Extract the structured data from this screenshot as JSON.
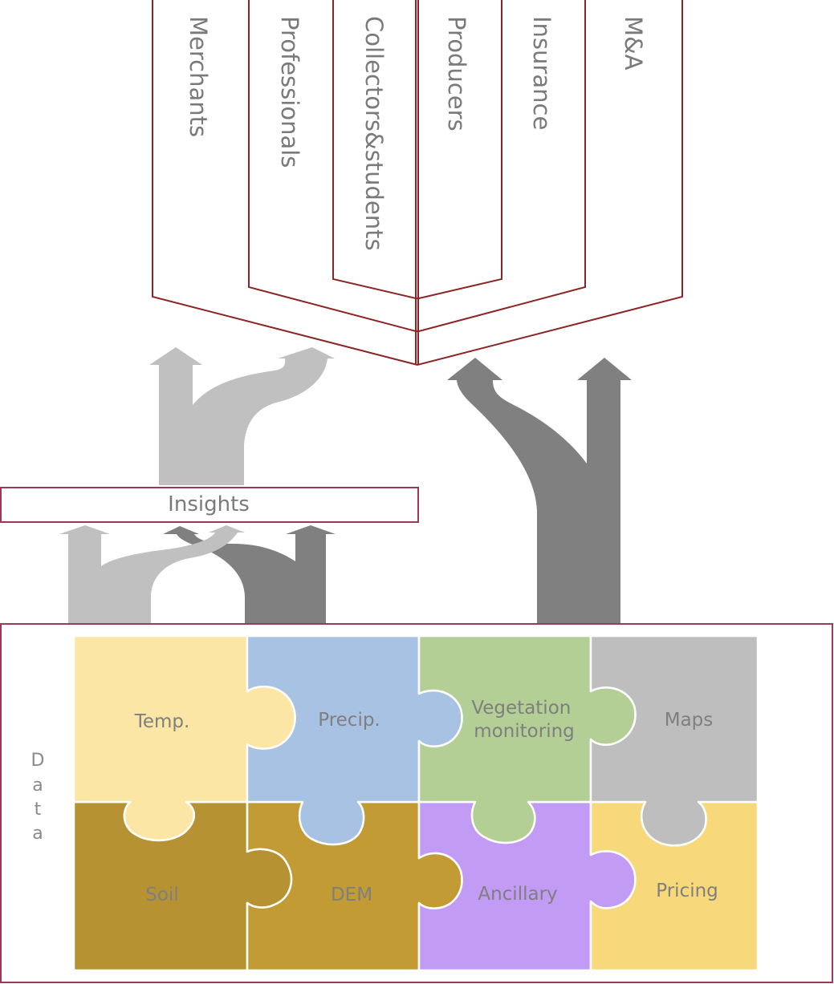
{
  "segments": [
    "Merchants",
    "Professionals",
    "Collectors&students",
    "Producers",
    "Insurance",
    "M&A"
  ],
  "insights_label": "Insights",
  "data_label": [
    "D",
    "a",
    "t",
    "a"
  ],
  "puzzle_pieces": [
    {
      "label": "Temp.",
      "color": "#fbe6a6"
    },
    {
      "label": "Precip.",
      "color": "#a7c2e3"
    },
    {
      "label": [
        "Vegetation",
        "monitoring"
      ],
      "color": "#b3cf95"
    },
    {
      "label": "Maps",
      "color": "#bebebe"
    },
    {
      "label": "Soil",
      "color": "#b69233"
    },
    {
      "label": "DEM",
      "color": "#c29b35"
    },
    {
      "label": "Ancillary",
      "color": "#c29bf5"
    },
    {
      "label": "Pricing",
      "color": "#f7d97c"
    }
  ],
  "colors": {
    "frame": "#8b2525",
    "box_border": "#9b3a55",
    "arrow_light": "#c0c0c0",
    "arrow_dark": "#808080",
    "piece_border": "#ffffff"
  }
}
